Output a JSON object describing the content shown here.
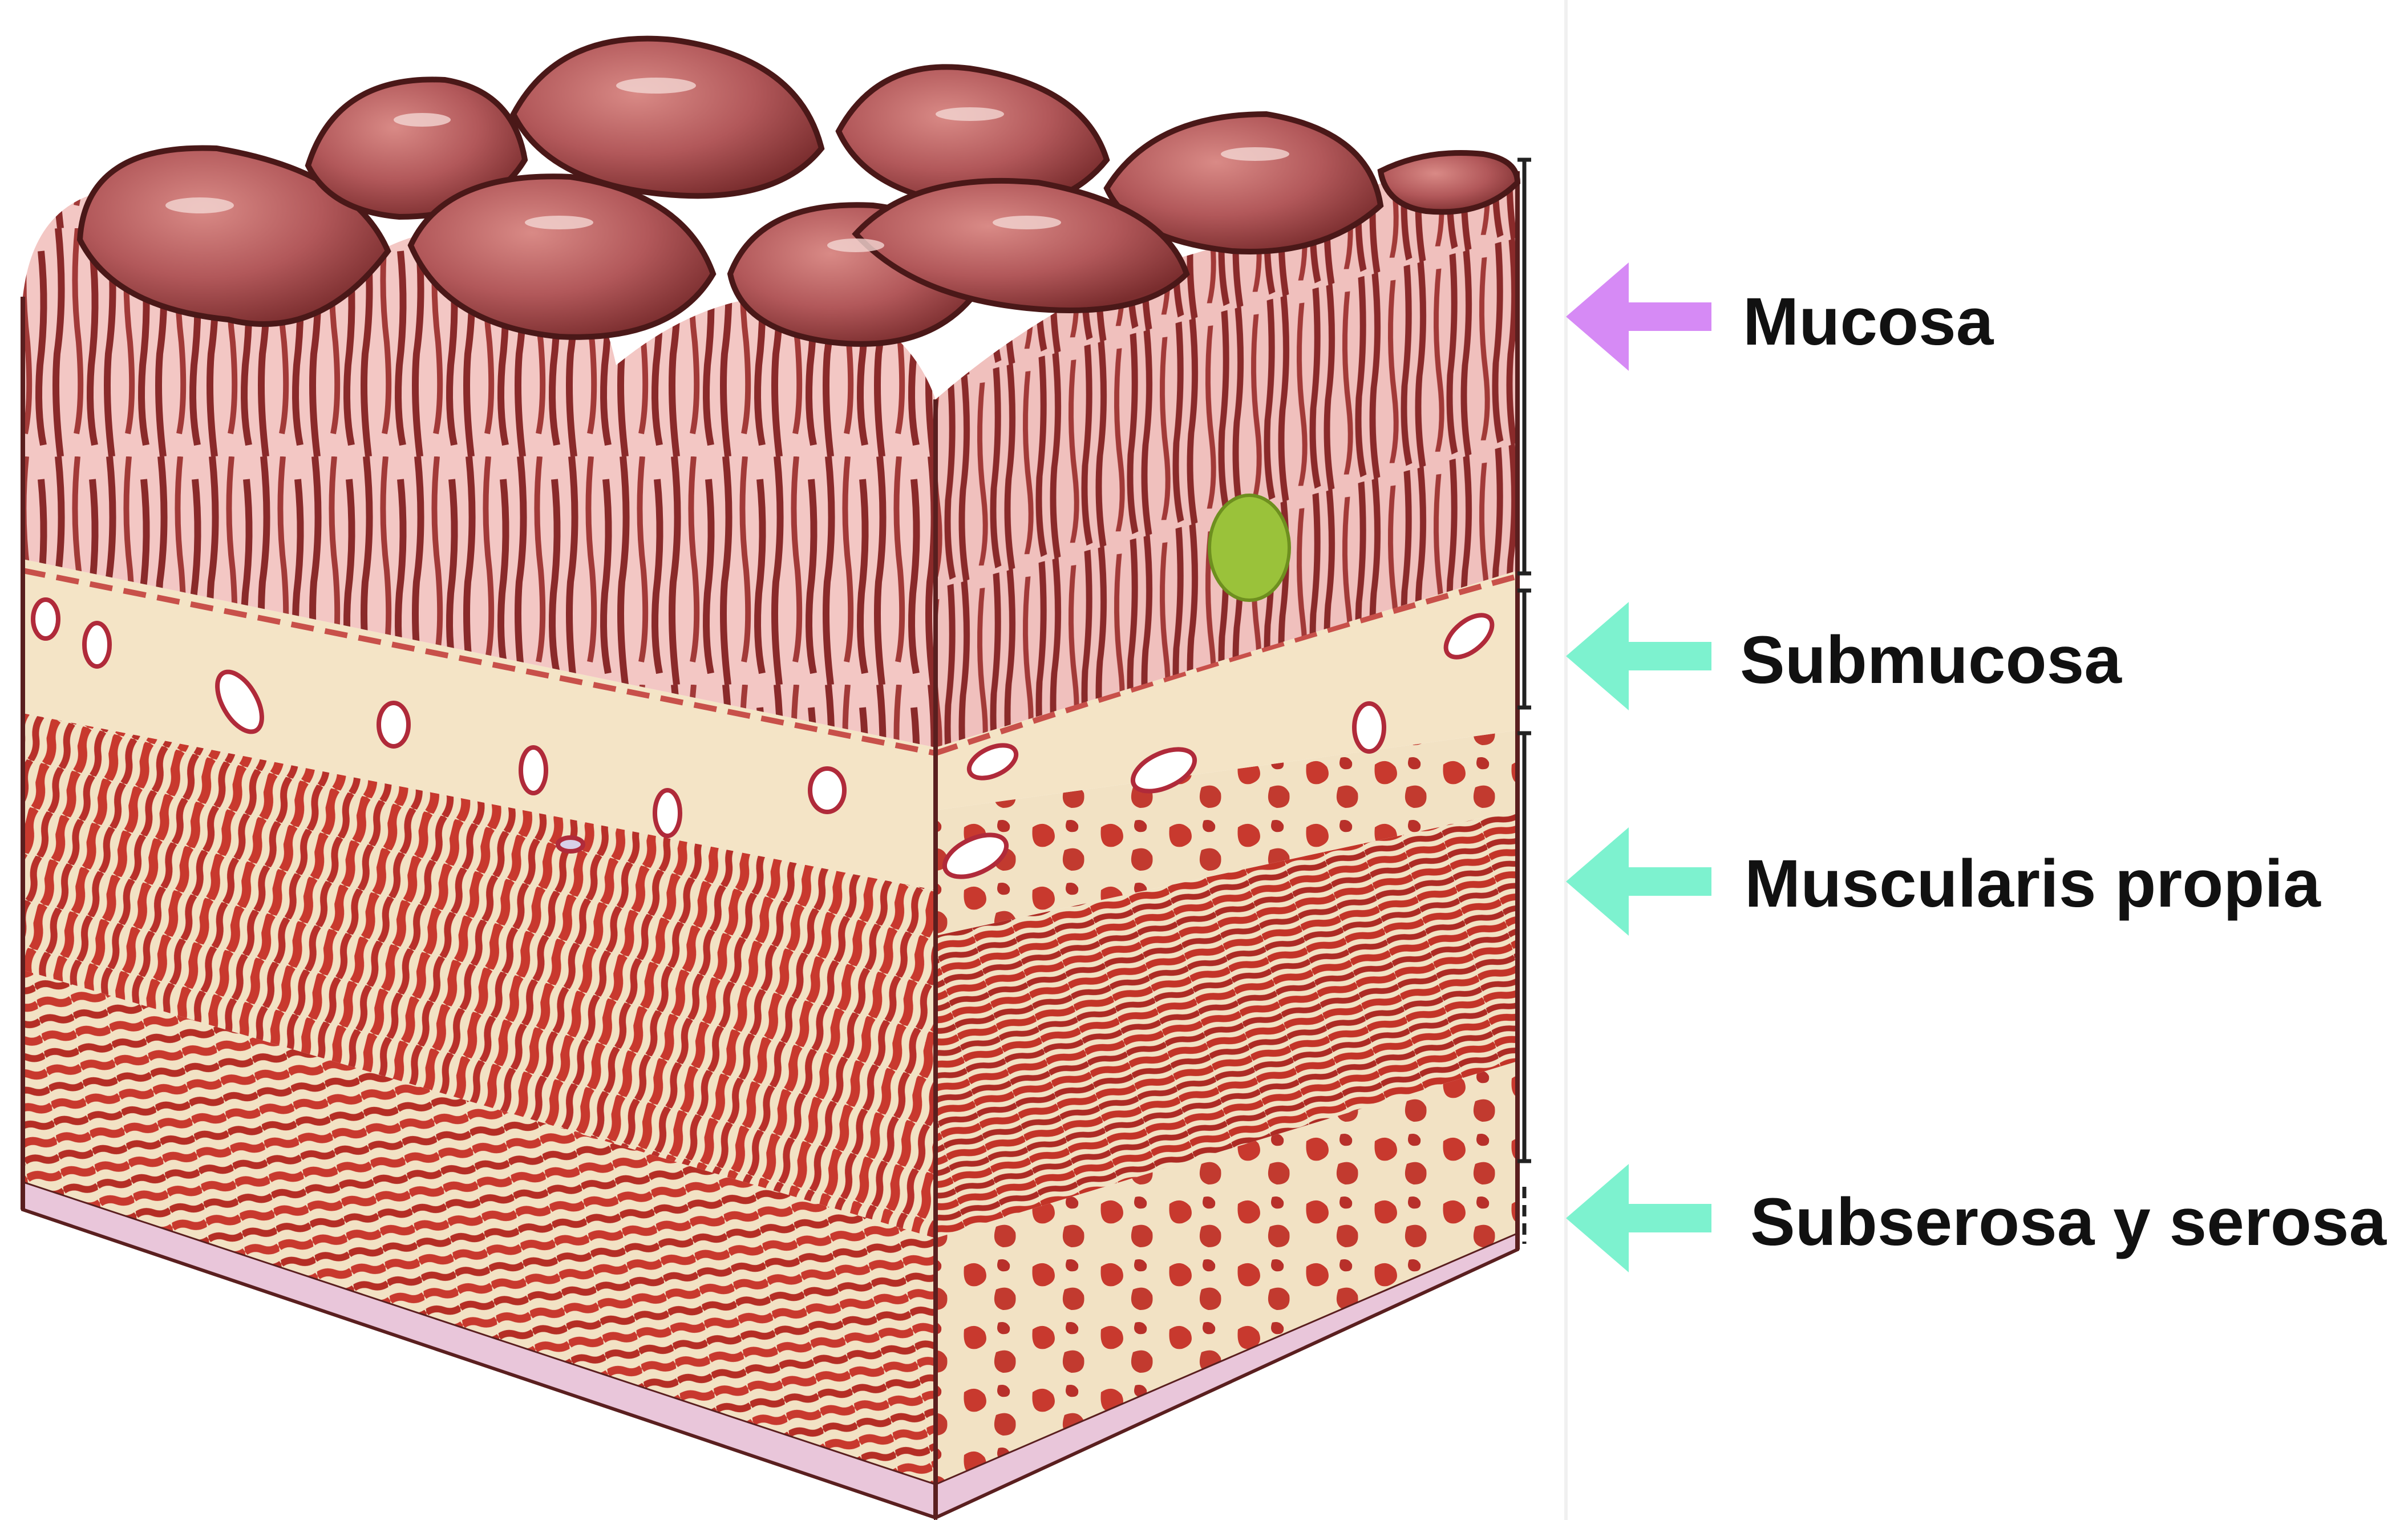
{
  "layers": [
    {
      "name": "Mucosa",
      "arrow_color": "#d68af5"
    },
    {
      "name": "Submucosa",
      "arrow_color": "#7df2cf"
    },
    {
      "name": "Muscularis propia",
      "arrow_color": "#7df2cf"
    },
    {
      "name": "Subserosa y serosa",
      "arrow_color": "#7df2cf"
    }
  ],
  "colors": {
    "mucosa_pink": "#e8a9a8",
    "mucosa_dark": "#9b2a2a",
    "villus_red": "#7e3230",
    "submucosa": "#f2e2c4",
    "muscle_red": "#c8392e",
    "serosa": "#e9c6da",
    "outline": "#5a1f1f"
  }
}
